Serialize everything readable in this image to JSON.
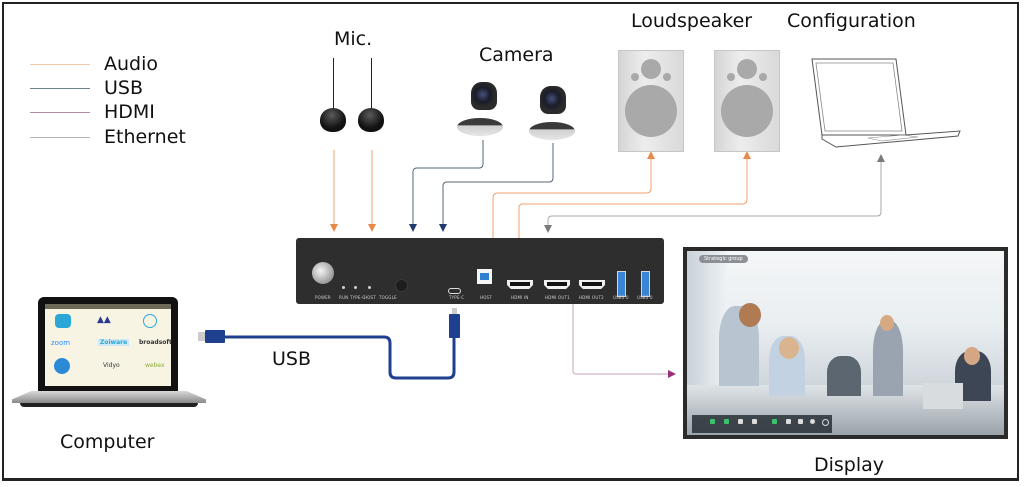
{
  "title": "System connection diagram",
  "legend": [
    {
      "label": "Audio",
      "color": "#f0a070"
    },
    {
      "label": "USB",
      "color": "#2e4a6e"
    },
    {
      "label": "HDMI",
      "color": "#9a4f86"
    },
    {
      "label": "Ethernet",
      "color": "#9a9a9a"
    }
  ],
  "components": {
    "mic": "Mic.",
    "camera": "Camera",
    "loudspeaker": "Loudspeaker",
    "configuration": "Configuration",
    "computer": "Computer",
    "display": "Display",
    "usb_cable": "USB"
  },
  "device": {
    "ports": {
      "power": "POWER",
      "run": "RUN",
      "typec_led": "TYPE-C",
      "host_led": "HOST",
      "toggle": "TOGGLE",
      "typec": "TYPE-C",
      "host": "HOST",
      "hdmi_in": "HDMI IN",
      "hdmi_out1": "HDMI OUT1",
      "hdmi_out2": "HDMI OUT2",
      "usb1": "USB3.0",
      "usb2": "USB3.0"
    }
  },
  "computer_screen": {
    "apps": [
      "zoom",
      "Skype for Business",
      "Zoiware",
      "broadsoft",
      "Vidyo",
      "webex"
    ]
  },
  "display_screen": {
    "badge": "Strategic group",
    "toolbar_buttons": 10
  },
  "colors": {
    "audio": "#f0a070",
    "usb": "#2e4a6e",
    "hdmi": "#9a4f86",
    "ethernet": "#9a9a9a",
    "usb_cable": "#1f3f8f",
    "device_body": "#2e2e2e"
  }
}
